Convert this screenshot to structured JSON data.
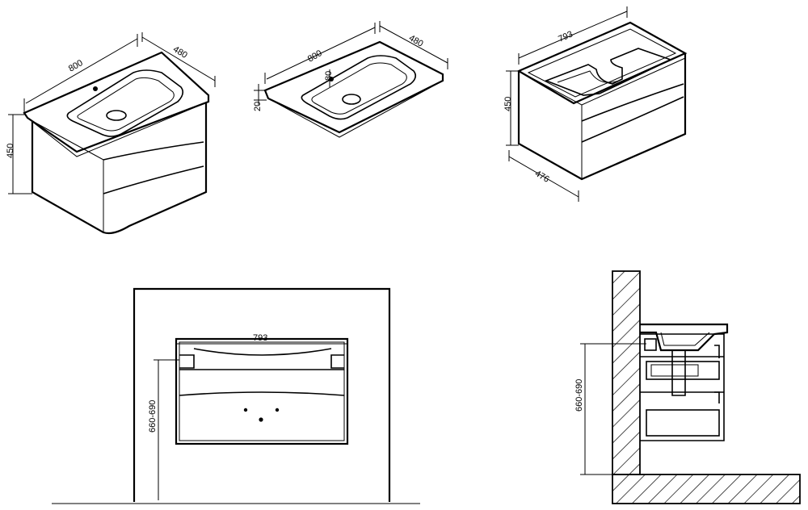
{
  "views": {
    "iso_vanity": {
      "width_dim": "800",
      "depth_dim": "480",
      "height_dim": "450"
    },
    "iso_basin": {
      "width_dim": "800",
      "depth_dim": "480",
      "thickness_dim": "20",
      "bowl_depth_dim": "80"
    },
    "iso_cabinet": {
      "width_dim": "793",
      "depth_dim": "476",
      "height_dim": "450"
    },
    "front_elevation": {
      "width_dim": "793",
      "height_dim": "660-690"
    },
    "side_section": {
      "height_dim": "660-690"
    }
  }
}
